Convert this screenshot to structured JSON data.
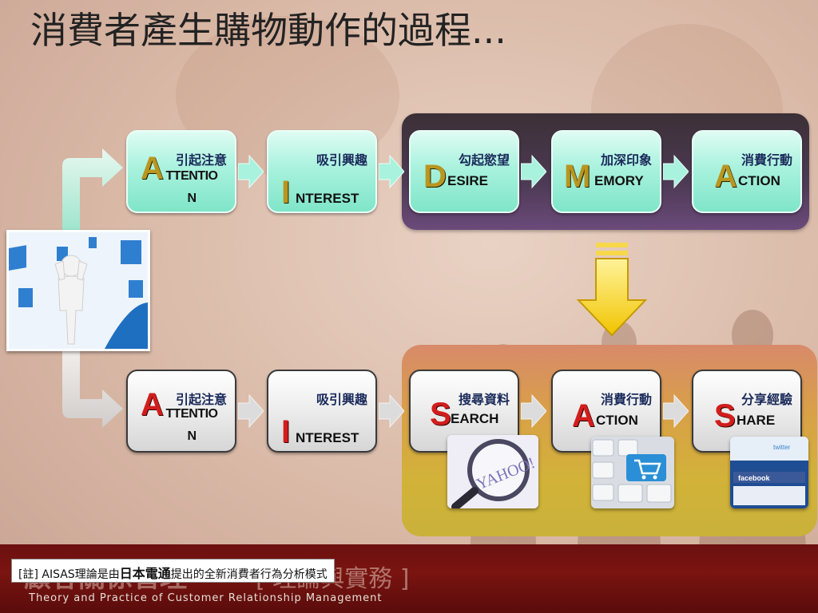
{
  "title": "消費者產生購物動作的過程...",
  "top_row": [
    {
      "cn": "引起注意",
      "initial": "A",
      "rest": "TTENTION"
    },
    {
      "cn": "吸引興趣",
      "initial": "I",
      "rest": "NTEREST"
    },
    {
      "cn": "勾起慾望",
      "initial": "D",
      "rest": "ESIRE"
    },
    {
      "cn": "加深印象",
      "initial": "M",
      "rest": "EMORY"
    },
    {
      "cn": "消費行動",
      "initial": "A",
      "rest": "CTION"
    }
  ],
  "bottom_row": [
    {
      "cn": "引起注意",
      "initial": "A",
      "rest": "TTENTION"
    },
    {
      "cn": "吸引興趣",
      "initial": "I",
      "rest": "NTEREST"
    },
    {
      "cn": "搜尋資料",
      "initial": "S",
      "rest": "EARCH"
    },
    {
      "cn": "消費行動",
      "initial": "A",
      "rest": "CTION"
    },
    {
      "cn": "分享經驗",
      "initial": "S",
      "rest": "HARE"
    }
  ],
  "images": {
    "yahoo_text": "YAHOO!",
    "facebook_text": "facebook",
    "twitter_text": "twitter"
  },
  "footer": {
    "title": "顧客關係管理",
    "bracket": "[ 理論與實務 ]",
    "subtitle": "Theory and Practice of Customer Relationship Management"
  },
  "note": {
    "prefix": "[註] AISAS理論是由",
    "emphasis": "日本電通",
    "suffix": "提出的全新消費者行為分析模式"
  },
  "colors": {
    "teal_box": "#a9f2de",
    "gold_letter": "#b89620",
    "red_letter": "#d21d1d",
    "footer_bar": "#6b1010"
  }
}
